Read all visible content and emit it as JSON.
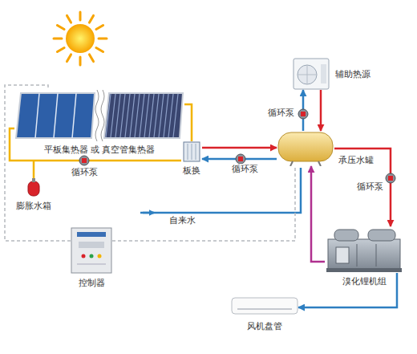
{
  "diagram": {
    "nodes": [
      {
        "text": [
          "平板集热器 或 真空管集热器"
        ]
      },
      {
        "text": [
          "板换"
        ]
      },
      {
        "text": [
          "辅助热源"
        ]
      },
      {
        "text": [
          "承压水罐"
        ]
      },
      {
        "text": [
          "膨胀水箱"
        ]
      },
      {
        "text": [
          "控制器"
        ]
      },
      {
        "text": [
          "溴化锂机组"
        ]
      },
      {
        "text": [
          "风机盘管"
        ]
      }
    ],
    "edges": [
      {
        "from": 0,
        "to": 1,
        "arrow": "none"
      },
      {
        "from": 1,
        "to": 0,
        "arrow": "none"
      },
      {
        "from": 1,
        "to": 3,
        "arrow": "to"
      },
      {
        "from": 3,
        "to": 1,
        "arrow": "to"
      },
      {
        "from": 2,
        "to": 3,
        "arrow": "to"
      },
      {
        "from": 3,
        "to": 2,
        "arrow": "to"
      },
      {
        "from": 3,
        "to": 6,
        "arrow": "to"
      },
      {
        "from": 6,
        "to": 3,
        "arrow": "to"
      },
      {
        "from": 6,
        "to": 7,
        "arrow": "to"
      },
      {
        "from": 5,
        "to": 0,
        "arrow": "none"
      },
      {
        "from": 5,
        "to": 3,
        "arrow": "none"
      }
    ],
    "labels": [
      "循环泵",
      "循环泵",
      "循环泵",
      "循环泵",
      "自来水"
    ]
  }
}
